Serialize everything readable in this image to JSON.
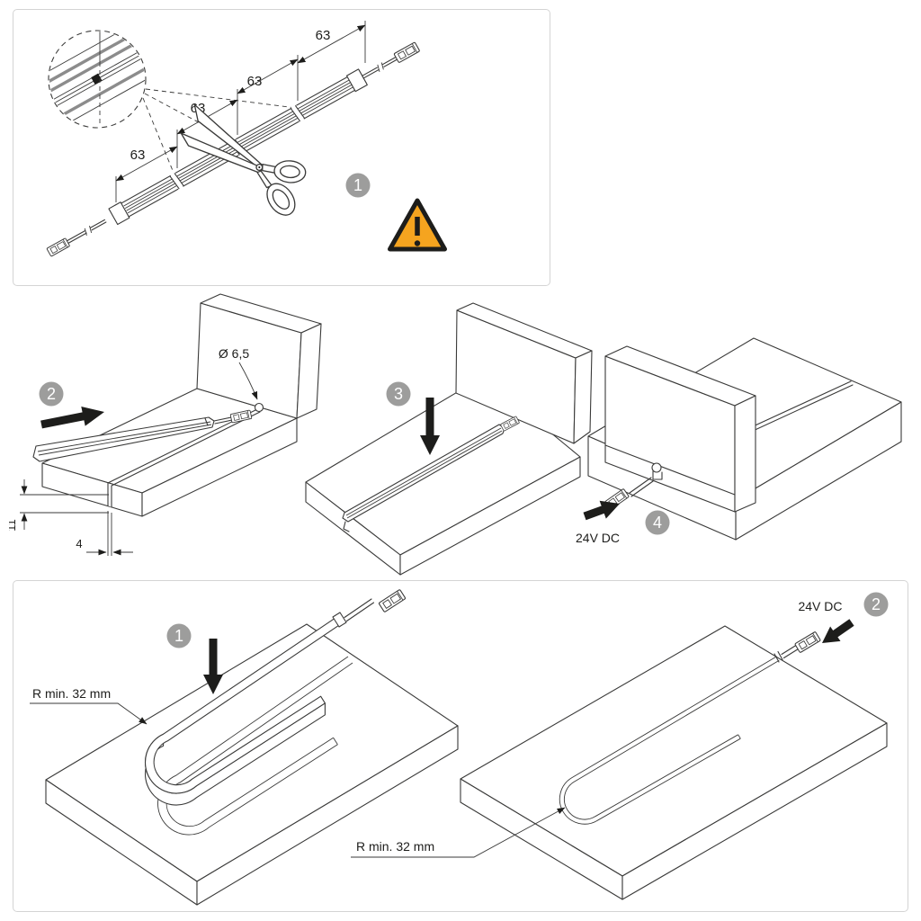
{
  "background": "#ffffff",
  "colors": {
    "line": "#3a3a39",
    "panel_border": "#d4d4d4",
    "badge_gray": "#9d9d9c",
    "arrow_black": "#1d1d1b",
    "warning_orange": "#f5a41f"
  },
  "icons": {
    "warning": "warning-triangle-icon",
    "cutting": "scissors-icon",
    "press": "direction-arrow-icon"
  },
  "cutting_panel": {
    "badge": "1",
    "dim_labels": [
      "63",
      "63",
      "63",
      "63"
    ]
  },
  "install_row": {
    "step2": {
      "badge": "2",
      "hole_diameter": "Ø 6,5",
      "groove_depth": "11",
      "groove_width": "4"
    },
    "step3": {
      "badge": "3"
    },
    "step4": {
      "badge": "4",
      "power": "24V DC"
    }
  },
  "bend_panel": {
    "step1": {
      "badge": "1",
      "bend_radius": "R min. 32 mm"
    },
    "step2": {
      "badge": "2",
      "power": "24V DC",
      "bend_radius": "R min. 32 mm"
    }
  }
}
